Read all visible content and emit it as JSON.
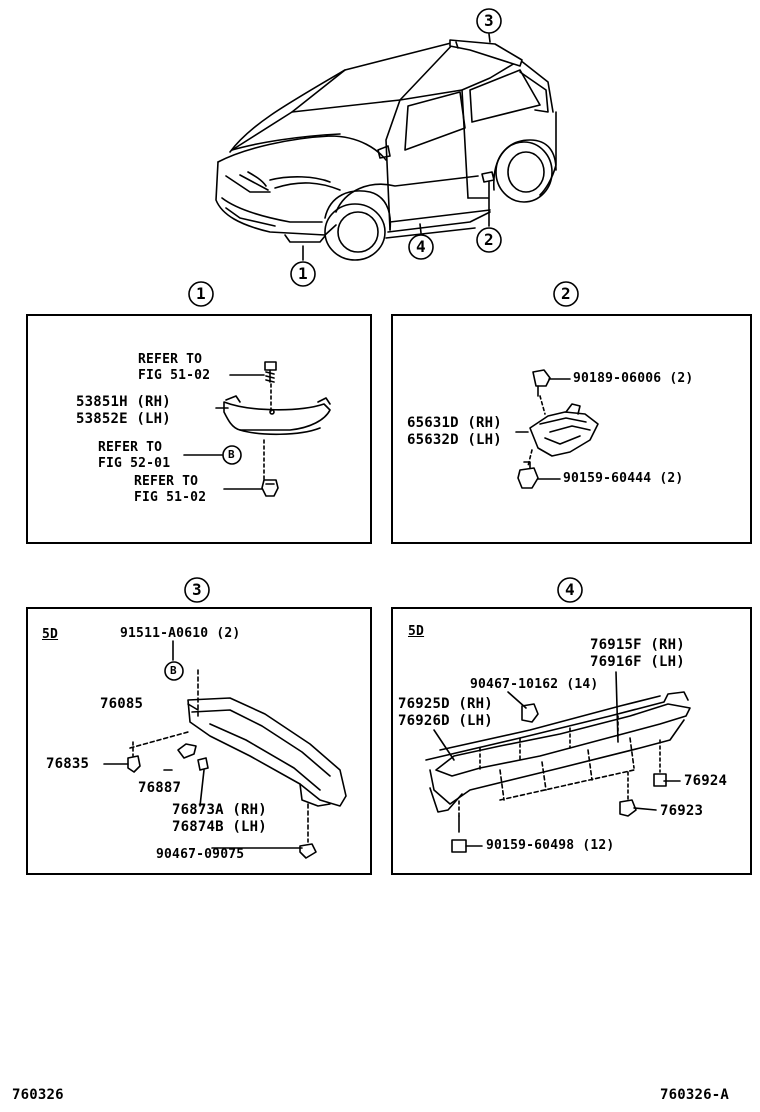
{
  "callouts": {
    "c1": "1",
    "c2": "2",
    "c3": "3",
    "c4": "4"
  },
  "panel1": {
    "refer_a": [
      "REFER TO",
      "FIG 51-02"
    ],
    "part_rh": "53851H (RH)",
    "part_lh": "53852E (LH)",
    "refer_b": [
      "REFER TO",
      "FIG 52-01"
    ],
    "ref_b_letter": "B",
    "refer_c": [
      "REFER TO",
      "FIG 51-02"
    ]
  },
  "panel2": {
    "clip_top": "90189-06006 (2)",
    "part_rh": "65631D (RH)",
    "part_lh": "65632D (LH)",
    "clip_bottom": "90159-60444 (2)"
  },
  "panel3": {
    "variant": "5D",
    "clip": "91511-A0610 (2)",
    "ref_letter": "B",
    "spoiler": "76085",
    "grommet": "76835",
    "bracket": "76887",
    "part_rh": "76873A (RH)",
    "part_lh": "76874B (LH)",
    "nut": "90467-09075"
  },
  "panel4": {
    "variant": "5D",
    "moulding_rh": "76915F (RH)",
    "moulding_lh": "76916F (LH)",
    "clip": "90467-10162 (14)",
    "part_rh": "76925D (RH)",
    "part_lh": "76926D (LH)",
    "p76924": "76924",
    "p76923": "76923",
    "screw": "90159-60498 (12)"
  },
  "footer": {
    "left": "760326",
    "right": "760326-A"
  }
}
